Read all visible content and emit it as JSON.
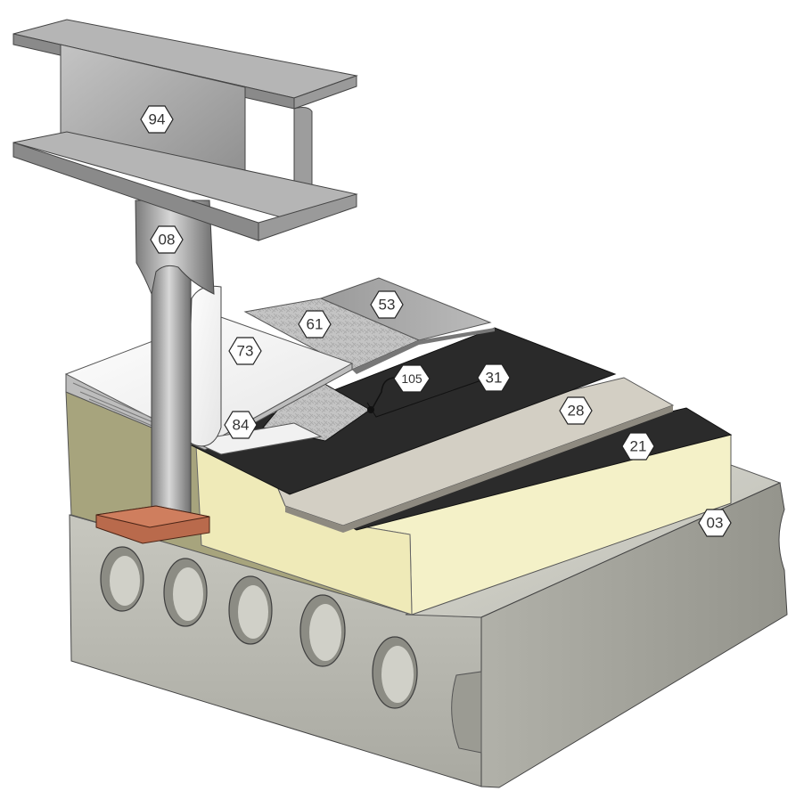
{
  "labels": {
    "steel_beam": "94",
    "pipe_penetration": "08",
    "membrane_sheet_53": "53",
    "fleece_61": "61",
    "flashing_73": "73",
    "detail_105": "105",
    "membrane_31": "31",
    "separation_layer_28": "28",
    "vapour_barrier_21": "21",
    "flashing_sleeve_84": "84",
    "concrete_slab": "03"
  },
  "colors": {
    "steel": "#a9a9a9",
    "insulation": "#f4f1c8",
    "insulation_side": "#a7a47d",
    "concrete": "#c8c8c0",
    "bitumen": "#2b2b2b",
    "separation": "#d3cfc4",
    "copper_plate": "#b96a4c"
  }
}
